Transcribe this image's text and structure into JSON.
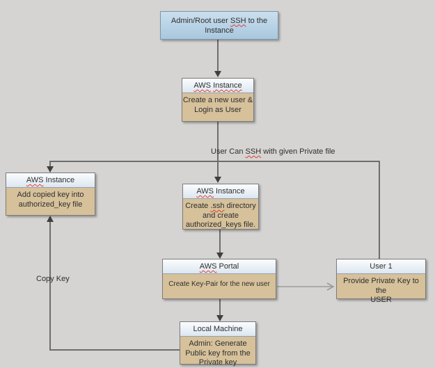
{
  "colors": {
    "background": "#d5d4d2",
    "start_node_top": "#cbdfee",
    "start_node_bottom": "#a8c7de",
    "node_body_tan": "#d6c19b",
    "node_header_top": "#fbfdfe",
    "node_header_bottom": "#dce6f0",
    "node_border": "#7c7c7c",
    "connector": "#6d6d6d",
    "connector_light": "#9b9b9b",
    "arrowhead": "#3f3f3f",
    "text": "#2e2e2e",
    "misspell_underline": "#e23b2e"
  },
  "nodes": {
    "start": {
      "text": [
        {
          "t": "Admin/Root user "
        },
        {
          "t": "SSH",
          "m": true
        },
        {
          "t": " to the"
        },
        {
          "br": true
        },
        {
          "t": "Instance"
        }
      ]
    },
    "instance_login": {
      "header": [
        {
          "t": "AWS",
          "m": true
        },
        {
          "t": " "
        },
        {
          "t": "Instance",
          "m": true
        }
      ],
      "body": [
        {
          "t": "Create a new user &"
        },
        {
          "br": true
        },
        {
          "t": "Login as User"
        }
      ]
    },
    "instance_addkey": {
      "header": [
        {
          "t": "AWS",
          "m": true
        },
        {
          "t": " Instance"
        }
      ],
      "body": [
        {
          "t": "Add copied key into"
        },
        {
          "br": true
        },
        {
          "t": "authorized_key file"
        }
      ]
    },
    "instance_ssh": {
      "header": [
        {
          "t": "AWS",
          "m": true
        },
        {
          "t": " Instance"
        }
      ],
      "body": [
        {
          "t": "Create "
        },
        {
          "t": ".ssh",
          "m": true
        },
        {
          "t": " directory"
        },
        {
          "br": true
        },
        {
          "t": "and create"
        },
        {
          "br": true
        },
        {
          "t": "authorized_keys file."
        }
      ]
    },
    "portal": {
      "header": [
        {
          "t": "AWS",
          "m": true
        },
        {
          "t": " Portal"
        }
      ],
      "body": [
        {
          "t": "Create Key-Pair for the new user"
        }
      ]
    },
    "user1": {
      "header": [
        {
          "t": "User 1"
        }
      ],
      "body": [
        {
          "t": "Provide Private Key to the"
        },
        {
          "br": true
        },
        {
          "t": "USER"
        }
      ]
    },
    "local_machine": {
      "header": [
        {
          "t": "Local Machine"
        }
      ],
      "body": [
        {
          "t": "Admin: Generate"
        },
        {
          "br": true
        },
        {
          "t": "Public key from the"
        },
        {
          "br": true
        },
        {
          "t": "Private key"
        }
      ]
    }
  },
  "edge_labels": {
    "ssh_private_file": [
      {
        "t": "User Can "
      },
      {
        "t": "SSH",
        "m": true
      },
      {
        "t": " with given Private file"
      }
    ],
    "copy_key": [
      {
        "t": "Copy Key"
      }
    ]
  }
}
